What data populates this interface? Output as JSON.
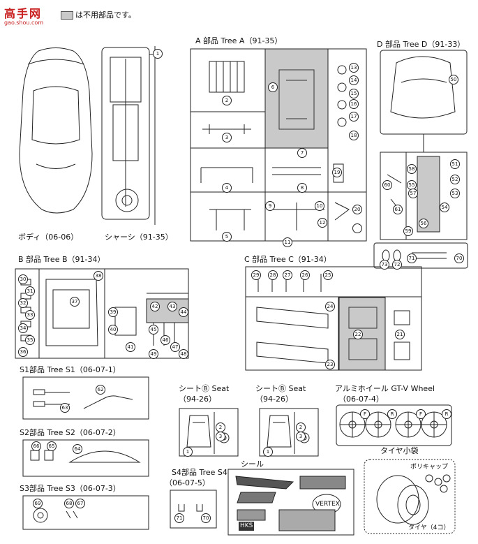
{
  "logo": {
    "brand": "高手网",
    "url": "gao.shou.com"
  },
  "legend": {
    "text": "は不用部品です。"
  },
  "sections": {
    "body": {
      "label": "ボディ（06-06）"
    },
    "chassis": {
      "label": "シャーシ（91-35）"
    },
    "tree_a": {
      "label": "A 部品 Tree A（91-35）"
    },
    "tree_d": {
      "label": "D 部品 Tree D（91-33）"
    },
    "tree_b": {
      "label": "B 部品 Tree B（91-34）"
    },
    "tree_c": {
      "label": "C 部品 Tree C（91-34）"
    },
    "tree_s1": {
      "label": "S1部品 Tree S1（06-07-1）"
    },
    "tree_s2": {
      "label": "S2部品 Tree S2（06-07-2）"
    },
    "tree_s3": {
      "label": "S3部品 Tree S3（06-07-3）"
    },
    "tree_s4": {
      "label": "S4部品 Tree S4",
      "code": "（06-07-5）"
    },
    "seat1": {
      "label": "シートⒷ Seat",
      "code": "（94-26）"
    },
    "seat2": {
      "label": "シートⒷ Seat",
      "code": "（94-26）"
    },
    "wheel": {
      "label": "アルミホイール GT-V Wheel",
      "code": "（06-07-4）"
    },
    "decal": {
      "label": "シール"
    },
    "tire_bag": {
      "label": "タイヤ小袋",
      "cap": "ポリキャップ",
      "tire": "タイヤ（4コ）"
    }
  },
  "part_numbers": {
    "chassis": [
      "1"
    ],
    "tree_a": [
      "2",
      "3",
      "4",
      "5",
      "6",
      "7",
      "8",
      "9",
      "10",
      "11",
      "12",
      "13",
      "14",
      "15",
      "16",
      "17",
      "18",
      "19",
      "20"
    ],
    "tree_d": [
      "50",
      "51",
      "52",
      "53",
      "54",
      "55",
      "56",
      "57",
      "58",
      "59",
      "60",
      "61",
      "70",
      "71",
      "72",
      "73"
    ],
    "tree_b": [
      "30",
      "31",
      "32",
      "33",
      "34",
      "35",
      "36",
      "37",
      "38",
      "39",
      "40",
      "41",
      "42",
      "43",
      "44",
      "45",
      "46",
      "47",
      "48",
      "49"
    ],
    "tree_c": [
      "21",
      "22",
      "23",
      "24",
      "25",
      "26",
      "27",
      "28",
      "29"
    ],
    "tree_s1": [
      "62",
      "63"
    ],
    "tree_s2": [
      "64",
      "65",
      "66"
    ],
    "tree_s3": [
      "67",
      "68",
      "69"
    ],
    "tree_s4": [
      "70",
      "71"
    ],
    "seat1": [
      "1",
      "2",
      "3"
    ],
    "seat2": [
      "1",
      "2",
      "3"
    ],
    "wheel": [
      "F",
      "R",
      "F",
      "R"
    ]
  },
  "decal_text": {
    "brand": "HKS",
    "vertex": "VERTEX"
  }
}
